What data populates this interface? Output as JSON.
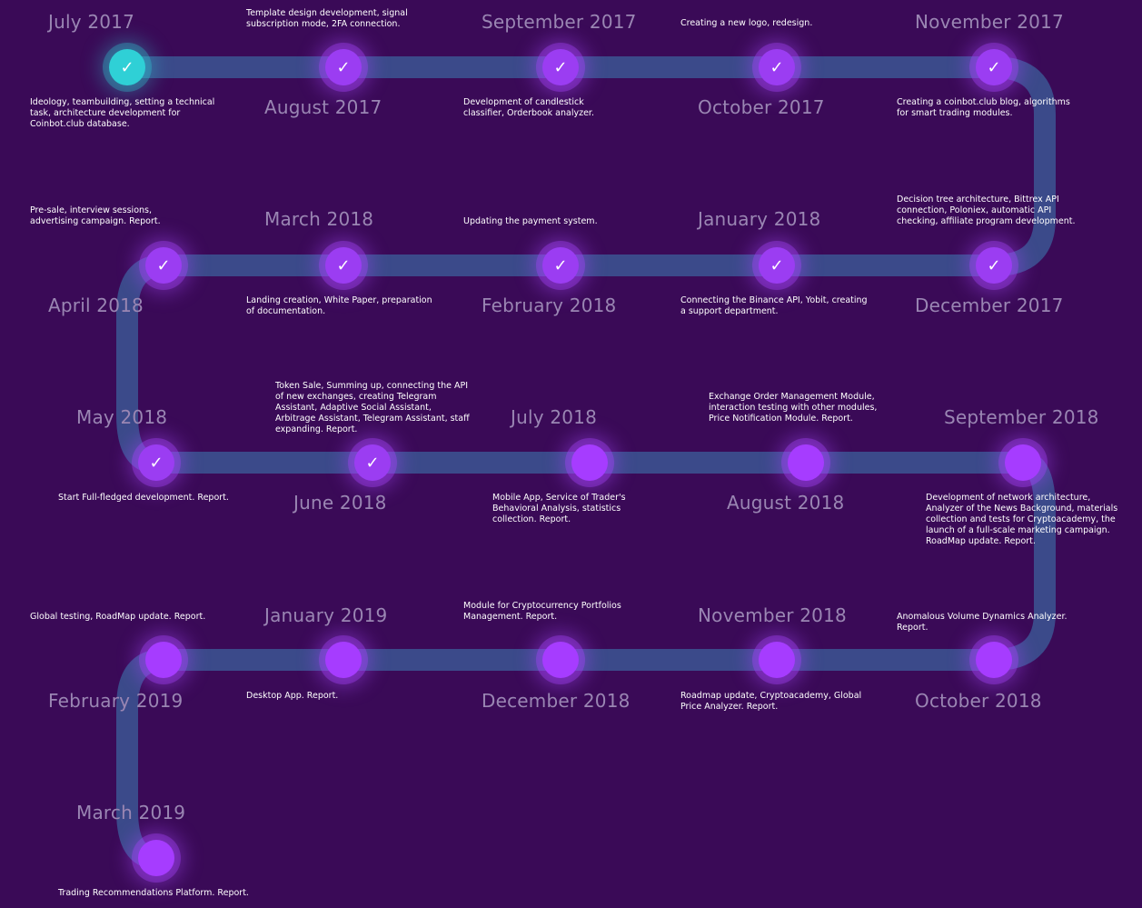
{
  "colors": {
    "background": "#3a0a57",
    "path_edge": "#3b4a8a",
    "path_center": "#25c8d8",
    "node": "#a63cff",
    "first_node": "#2fd0d6",
    "month_text": "#9a86b3",
    "description_text": "#ffffff"
  },
  "milestones": [
    {
      "month": "July 2017",
      "description": "Ideology, teambuilding, setting a technical task, architecture development for Coinbot.club database.",
      "completed": true,
      "icon": "check-icon"
    },
    {
      "month": "August 2017",
      "description": "Template design development, signal subscription mode, 2FA connection.",
      "completed": true,
      "icon": "check-icon"
    },
    {
      "month": "September 2017",
      "description": "Development of candlestick classifier, Orderbook analyzer.",
      "completed": true,
      "icon": "check-icon"
    },
    {
      "month": "October 2017",
      "description": "Creating a new logo, redesign.",
      "completed": true,
      "icon": "check-icon"
    },
    {
      "month": "November 2017",
      "description": "Creating a coinbot.club blog, algorithms for smart trading modules.",
      "completed": true,
      "icon": "check-icon"
    },
    {
      "month": "December 2017",
      "description": "Decision tree architecture, Bittrex API connection, Poloniex, automatic API checking, affiliate program development.",
      "completed": true,
      "icon": "check-icon"
    },
    {
      "month": "January 2018",
      "description": "Connecting the Binance API, Yobit, creating a support department.",
      "completed": true,
      "icon": "check-icon"
    },
    {
      "month": "February 2018",
      "description": "Updating the payment system.",
      "completed": true,
      "icon": "check-icon"
    },
    {
      "month": "March 2018",
      "description": "Landing creation, White Paper, preparation of documentation.",
      "completed": true,
      "icon": "check-icon"
    },
    {
      "month": "April 2018",
      "description": "Pre-sale, interview sessions, advertising campaign. Report.",
      "completed": true,
      "icon": "check-icon"
    },
    {
      "month": "May 2018",
      "description": "Start Full-fledged development. Report.",
      "completed": true,
      "icon": "check-icon"
    },
    {
      "month": "June 2018",
      "description": "Token Sale, Summing up, connecting the API of new exchanges, creating Telegram Assistant, Adaptive Social Assistant, Arbitrage Assistant, Telegram Assistant, staff expanding. Report.",
      "completed": true,
      "icon": "check-icon"
    },
    {
      "month": "July 2018",
      "description": "Mobile App, Service of Trader's Behavioral Analysis, statistics collection. Report.",
      "completed": false,
      "icon": ""
    },
    {
      "month": "August 2018",
      "description": "Exchange Order Management Module, interaction testing with other modules, Price Notification Module. Report.",
      "completed": false,
      "icon": ""
    },
    {
      "month": "September 2018",
      "description": "Development of network architecture, Analyzer of the News Background, materials collection and tests for Cryptoacademy, the launch of a full-scale marketing campaign. RoadMap update. Report.",
      "completed": false,
      "icon": ""
    },
    {
      "month": "October 2018",
      "description": "Anomalous Volume Dynamics Analyzer. Report.",
      "completed": false,
      "icon": ""
    },
    {
      "month": "November 2018",
      "description": "Roadmap update, Cryptoacademy, Global Price Analyzer. Report.",
      "completed": false,
      "icon": ""
    },
    {
      "month": "December 2018",
      "description": "Module for Cryptocurrency Portfolios Management. Report.",
      "completed": false,
      "icon": ""
    },
    {
      "month": "January 2019",
      "description": "Desktop App. Report.",
      "completed": false,
      "icon": ""
    },
    {
      "month": "February 2019",
      "description": "Global testing, RoadMap update. Report.",
      "completed": false,
      "icon": ""
    },
    {
      "month": "March 2019",
      "description": "Trading Recommendations Platform. Report.",
      "completed": false,
      "icon": ""
    }
  ]
}
